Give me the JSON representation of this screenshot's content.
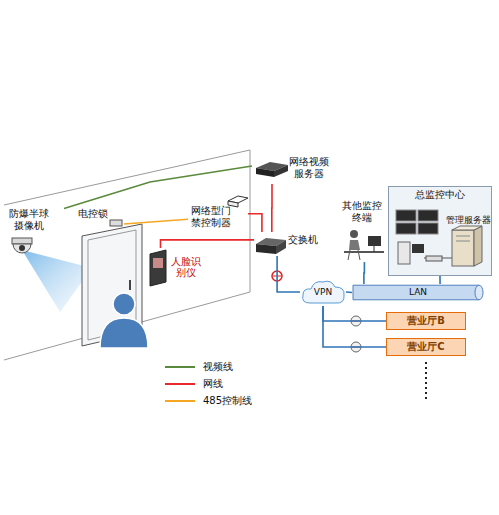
{
  "diagram": {
    "nodes": [
      {
        "text": [
          "防爆半球摄像机"
        ]
      },
      {
        "text": [
          "电控锁"
        ]
      },
      {
        "text": [
          "网络视频服务器"
        ]
      },
      {
        "text": [
          "网络型门禁控制器"
        ]
      },
      {
        "text": [
          "人脸识别仪"
        ]
      },
      {
        "text": [
          "交换机"
        ]
      },
      {
        "text": [
          "其他监控终端"
        ]
      },
      {
        "text": [
          "总监控中心"
        ]
      },
      {
        "text": [
          "管理服务器"
        ],
        "in": 7
      },
      {
        "text": [
          "VPN"
        ]
      },
      {
        "text": [
          "LAN"
        ]
      },
      {
        "text": [
          "营业厅B"
        ]
      },
      {
        "text": [
          "营业厅C"
        ]
      }
    ],
    "edges": [
      {
        "from": 0,
        "to": 2,
        "arrow": "none"
      },
      {
        "from": 1,
        "to": 3,
        "arrow": "none"
      },
      {
        "from": 3,
        "to": 5,
        "arrow": "none"
      },
      {
        "from": 2,
        "to": 5,
        "arrow": "none"
      },
      {
        "from": 4,
        "to": 5,
        "arrow": "none"
      },
      {
        "from": 5,
        "to": 9,
        "arrow": "none"
      },
      {
        "from": 9,
        "to": 10,
        "arrow": "none"
      },
      {
        "from": 6,
        "to": 10,
        "arrow": "none"
      },
      {
        "from": 10,
        "to": 7,
        "arrow": "none"
      },
      {
        "from": 9,
        "to": 11,
        "arrow": "none"
      },
      {
        "from": 9,
        "to": 12,
        "arrow": "none"
      }
    ],
    "legend": [
      {
        "text": "视频线"
      },
      {
        "text": "网线"
      },
      {
        "text": "485控制线"
      }
    ]
  }
}
